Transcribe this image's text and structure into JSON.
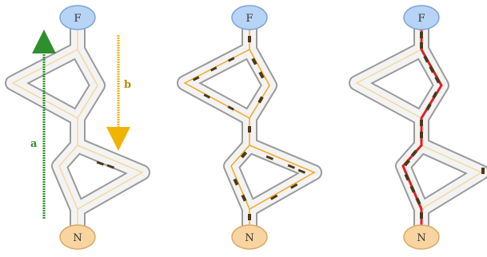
{
  "colors": {
    "background": "#ffffff",
    "food_fill": "#b7d3f5",
    "food_stroke": "#7da4d8",
    "nest_fill": "#f7d4a0",
    "nest_stroke": "#d9a868",
    "path_fill": "#f3f3f3",
    "path_stroke": "#9a9a9a",
    "trail_faint": "#f3d8a0",
    "trail_orange": "#f5a623",
    "trail_red": "#e02020",
    "ant": "#4a3a1a",
    "arrow_a": "#2f8f2f",
    "arrow_b": "#f0b400"
  },
  "nodes": {
    "food_label": "F",
    "nest_label": "N"
  },
  "arrows": {
    "a_label": "a",
    "b_label": "b"
  },
  "panels": [
    {
      "id": "panel-1",
      "trail": "faint",
      "ants": "few"
    },
    {
      "id": "panel-2",
      "trail": "orange",
      "ants": "both-routes"
    },
    {
      "id": "panel-3",
      "trail": "red",
      "ants": "short-route"
    }
  ]
}
